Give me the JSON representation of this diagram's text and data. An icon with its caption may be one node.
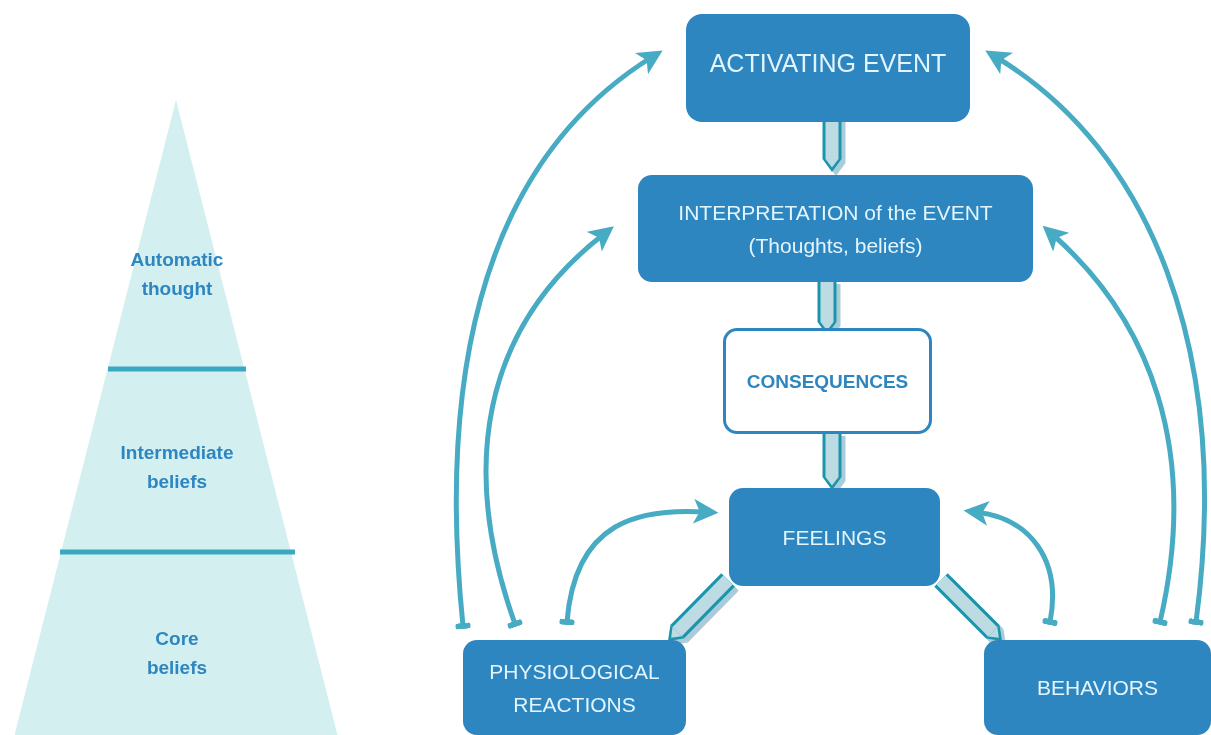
{
  "diagram": {
    "nodes": [
      {
        "text": [
          "Automatic thought"
        ]
      },
      {
        "text": [
          "Intermediate beliefs"
        ]
      },
      {
        "text": [
          "Core beliefs"
        ]
      },
      {
        "text": [
          "ACTIVATING EVENT"
        ]
      },
      {
        "text": [
          "INTERPRETATION of the EVENT (Thoughts, beliefs)"
        ]
      },
      {
        "text": [
          "CONSEQUENCES"
        ]
      },
      {
        "text": [
          "FEELINGS"
        ]
      },
      {
        "text": [
          "PHYSIOLOGICAL REACTIONS"
        ]
      },
      {
        "text": [
          "BEHAVIORS"
        ]
      }
    ],
    "edges": [
      {
        "from": 3,
        "to": 4,
        "arrow": "to",
        "style": "thick",
        "color": "#1a95ad"
      },
      {
        "from": 4,
        "to": 5,
        "arrow": "to",
        "style": "thick",
        "color": "#1a95ad"
      },
      {
        "from": 5,
        "to": 6,
        "arrow": "to",
        "style": "thick",
        "color": "#1a95ad"
      },
      {
        "from": 6,
        "to": 7,
        "arrow": "to",
        "style": "thick",
        "color": "#1a95ad"
      },
      {
        "from": 6,
        "to": 8,
        "arrow": "to",
        "style": "thick",
        "color": "#1a95ad"
      },
      {
        "from": 7,
        "to": 3,
        "arrow": "to"
      },
      {
        "from": 7,
        "to": 4,
        "arrow": "to"
      },
      {
        "from": 7,
        "to": 6,
        "arrow": "to"
      },
      {
        "from": 8,
        "to": 6,
        "arrow": "to"
      },
      {
        "from": 8,
        "to": 4,
        "arrow": "to"
      },
      {
        "from": 8,
        "to": 3,
        "arrow": "to"
      }
    ]
  }
}
